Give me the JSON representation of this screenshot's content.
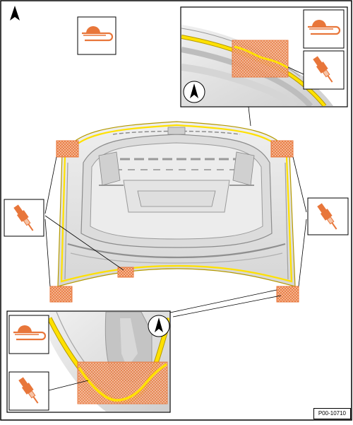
{
  "figure": {
    "reference_code": "P00-10710",
    "colors": {
      "frame": "#000000",
      "panel_fill": "#e6e6e6",
      "panel_shade": "#c9c9c9",
      "panel_dark": "#9a9a9a",
      "adhesive_bead": "#ffe100",
      "bead_edge": "#b59a00",
      "hatch_fill": "#e8763a",
      "hatch_bg": "#f6c3a6",
      "tool_orange": "#e8763a"
    },
    "icons": {
      "direction_marker": "arrow-up-icon",
      "seam_profile": "seam-profile-icon",
      "applicator": "adhesive-applicator-icon"
    },
    "hatched_zones_main": 5,
    "detail_views": [
      "top-right-detail",
      "bottom-left-detail"
    ]
  }
}
